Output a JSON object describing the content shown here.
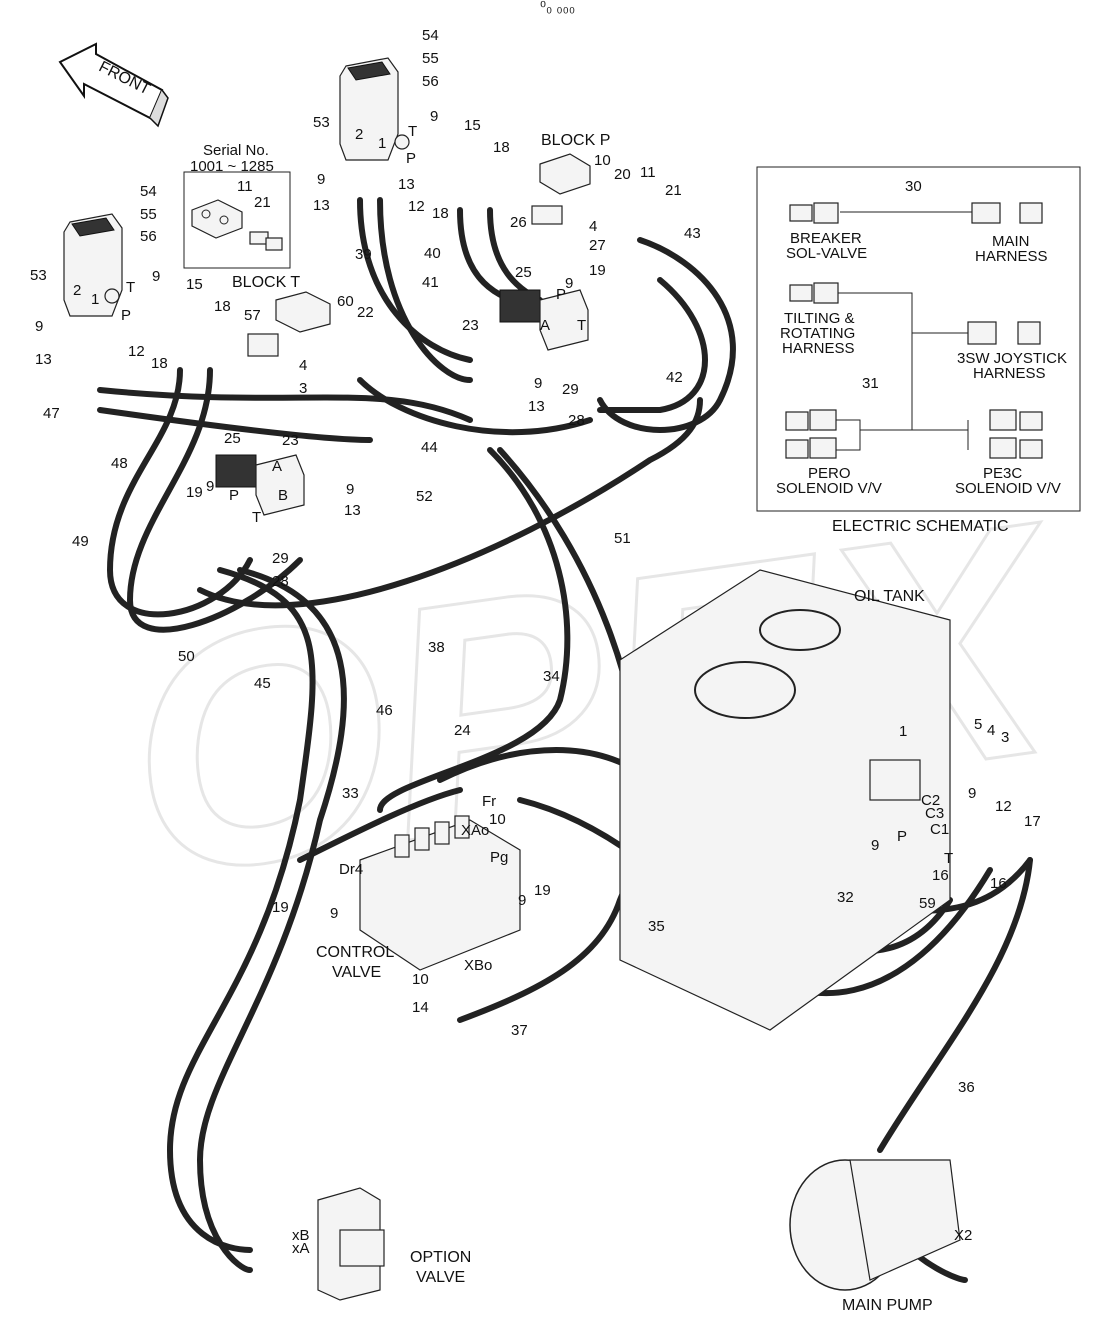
{
  "header_mark": "⁰₀ ₀₀₀",
  "watermark": "OPEX",
  "front_arrow": {
    "label": "FRONT"
  },
  "serial": {
    "title": "Serial No.",
    "range": "1001 ~ 1285"
  },
  "block_labels": {
    "block_t": "BLOCK T",
    "block_p": "BLOCK P"
  },
  "port_labels": {
    "A": "A",
    "B": "B",
    "P": "P",
    "T": "T",
    "one": "1",
    "two": "2",
    "XAo": "XAo",
    "XBo": "XBo",
    "Fr": "Fr",
    "Pg": "Pg",
    "Dr4": "Dr4",
    "C1": "C1",
    "C2": "C2",
    "C3": "C3",
    "xA": "xA",
    "xB": "xB",
    "X2": "X2"
  },
  "component_labels": {
    "control_valve": [
      "CONTROL",
      "VALVE"
    ],
    "option_valve": [
      "OPTION",
      "VALVE"
    ],
    "oil_tank": "OIL TANK",
    "main_pump": "MAIN PUMP"
  },
  "electric_schematic": {
    "title": "ELECTRIC SCHEMATIC",
    "ref_30": "30",
    "ref_31": "31",
    "breaker": [
      "BREAKER",
      "SOL-VALVE"
    ],
    "main_harness": [
      "MAIN",
      "HARNESS"
    ],
    "tilting": [
      "TILTING &",
      "ROTATING",
      "HARNESS"
    ],
    "joystick": [
      "3SW JOYSTICK",
      "HARNESS"
    ],
    "pero": [
      "PERO",
      "SOLENOID V/V"
    ],
    "pe3c": [
      "PE3C",
      "SOLENOID V/V"
    ]
  },
  "callouts": {
    "c54a": "54",
    "c55a": "55",
    "c56a": "56",
    "c53a": "53",
    "c9a": "9",
    "c15a": "15",
    "c18a": "18",
    "c9b": "9",
    "c13a": "13",
    "c13b": "13",
    "c12a": "12",
    "c18b": "18",
    "c11a": "11",
    "c21a": "21",
    "c54b": "54",
    "c55b": "55",
    "c56b": "56",
    "c53b": "53",
    "c9c": "9",
    "c15b": "15",
    "c18c": "18",
    "c9d": "9",
    "c13c": "13",
    "c12b": "12",
    "c18d": "18",
    "c57": "57",
    "c60": "60",
    "c22": "22",
    "c4a": "4",
    "c3a": "3",
    "c47": "47",
    "c48": "48",
    "c39": "39",
    "c40": "40",
    "c41": "41",
    "c26": "26",
    "c10a": "10",
    "c20": "20",
    "c11b": "11",
    "c21b": "21",
    "c4b": "4",
    "c27": "27",
    "c43": "43",
    "c25a": "25",
    "c19a": "19",
    "c9e": "9",
    "c23a": "23",
    "c9f": "9",
    "c42": "42",
    "c29a": "29",
    "c13d": "13",
    "c28a": "28",
    "c44": "44",
    "c25b": "25",
    "c23b": "23",
    "c9g": "9",
    "c19b": "19",
    "c9h": "9",
    "c52": "52",
    "c13e": "13",
    "c49": "49",
    "c29b": "29",
    "c28b": "28",
    "c51": "51",
    "c50": "50",
    "c38": "38",
    "c45": "45",
    "c46": "46",
    "c34": "34",
    "c24": "24",
    "c33": "33",
    "c10b": "10",
    "c19c": "19",
    "c9i": "9",
    "c9j": "9",
    "c19d": "19",
    "c35": "35",
    "c10c": "10",
    "c14": "14",
    "c37": "37",
    "c1": "1",
    "c5": "5",
    "c4c": "4",
    "c3b": "3",
    "c9k": "9",
    "c12c": "12",
    "c17": "17",
    "c9l": "9",
    "c16a": "16",
    "c16b": "16",
    "c32": "32",
    "c59": "59",
    "c36": "36"
  }
}
